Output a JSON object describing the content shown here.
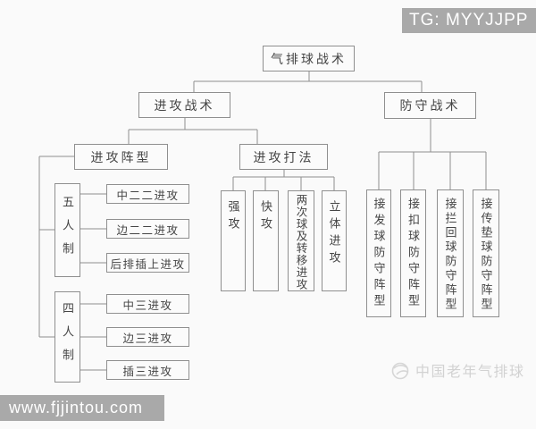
{
  "overlays": {
    "top_banner": "TG: MYYJJPP",
    "bottom_banner": "www.fjjintou.com",
    "watermark": "中国老年气排球"
  },
  "colors": {
    "background": "#fafafa",
    "box_border": "#8f8f8f",
    "connector_line": "#8f8f8f",
    "diagram_text": "#454545",
    "banner_bg": "#a9a9a9",
    "banner_text": "#ffffff",
    "watermark_text": "#d2d2d2"
  },
  "diagram": {
    "root": "气排球战术",
    "offense": {
      "label": "进攻战术",
      "formation": {
        "label": "进攻阵型",
        "five": {
          "label": "五人制",
          "items": [
            "中二二进攻",
            "边二二进攻",
            "后排插上进攻"
          ]
        },
        "four": {
          "label": "四人制",
          "items": [
            "中三进攻",
            "边三进攻",
            "插三进攻"
          ]
        }
      },
      "methods": {
        "label": "进攻打法",
        "items": [
          "强攻",
          "快攻",
          "两次球及转移进攻",
          "立体进攻"
        ]
      }
    },
    "defense": {
      "label": "防守战术",
      "items": [
        "接发球防守阵型",
        "接扣球防守阵型",
        "接拦回球防守阵型",
        "接传垫球防守阵型"
      ]
    }
  }
}
